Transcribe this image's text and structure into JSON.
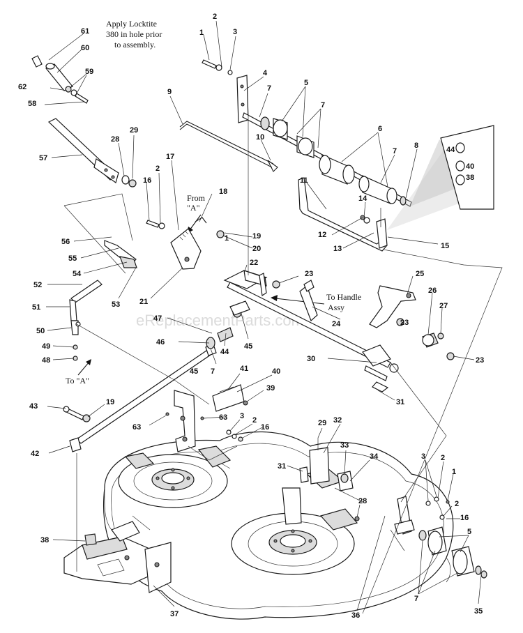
{
  "notes": {
    "locktite_line1": "Apply Locktite",
    "locktite_line2": "380 in hole prior",
    "locktite_line3": "to assembly.",
    "from_a_line1": "From",
    "from_a_line2": "\"A\"",
    "to_a": "To \"A\"",
    "to_handle_line1": "To Handle",
    "to_handle_line2": "Assy"
  },
  "watermark": "eReplacementParts.com",
  "callouts": [
    "1",
    "2",
    "3",
    "4",
    "5",
    "7",
    "9",
    "10",
    "11",
    "8",
    "6",
    "61",
    "60",
    "59",
    "62",
    "58",
    "57",
    "28",
    "29",
    "16",
    "2",
    "17",
    "18",
    "19",
    "1",
    "20",
    "56",
    "55",
    "54",
    "53",
    "52",
    "51",
    "50",
    "49",
    "48",
    "21",
    "22",
    "23",
    "25",
    "26",
    "27",
    "23",
    "24",
    "23",
    "47",
    "46",
    "44",
    "45",
    "45",
    "7",
    "30",
    "31",
    "41",
    "40",
    "39",
    "43",
    "19",
    "42",
    "63",
    "63",
    "3",
    "2",
    "16",
    "29",
    "32",
    "33",
    "34",
    "31",
    "28",
    "38",
    "37",
    "36",
    "35",
    "3",
    "2",
    "1",
    "2",
    "16",
    "5",
    "7",
    "12",
    "13",
    "14",
    "15",
    "44",
    "40",
    "38"
  ]
}
